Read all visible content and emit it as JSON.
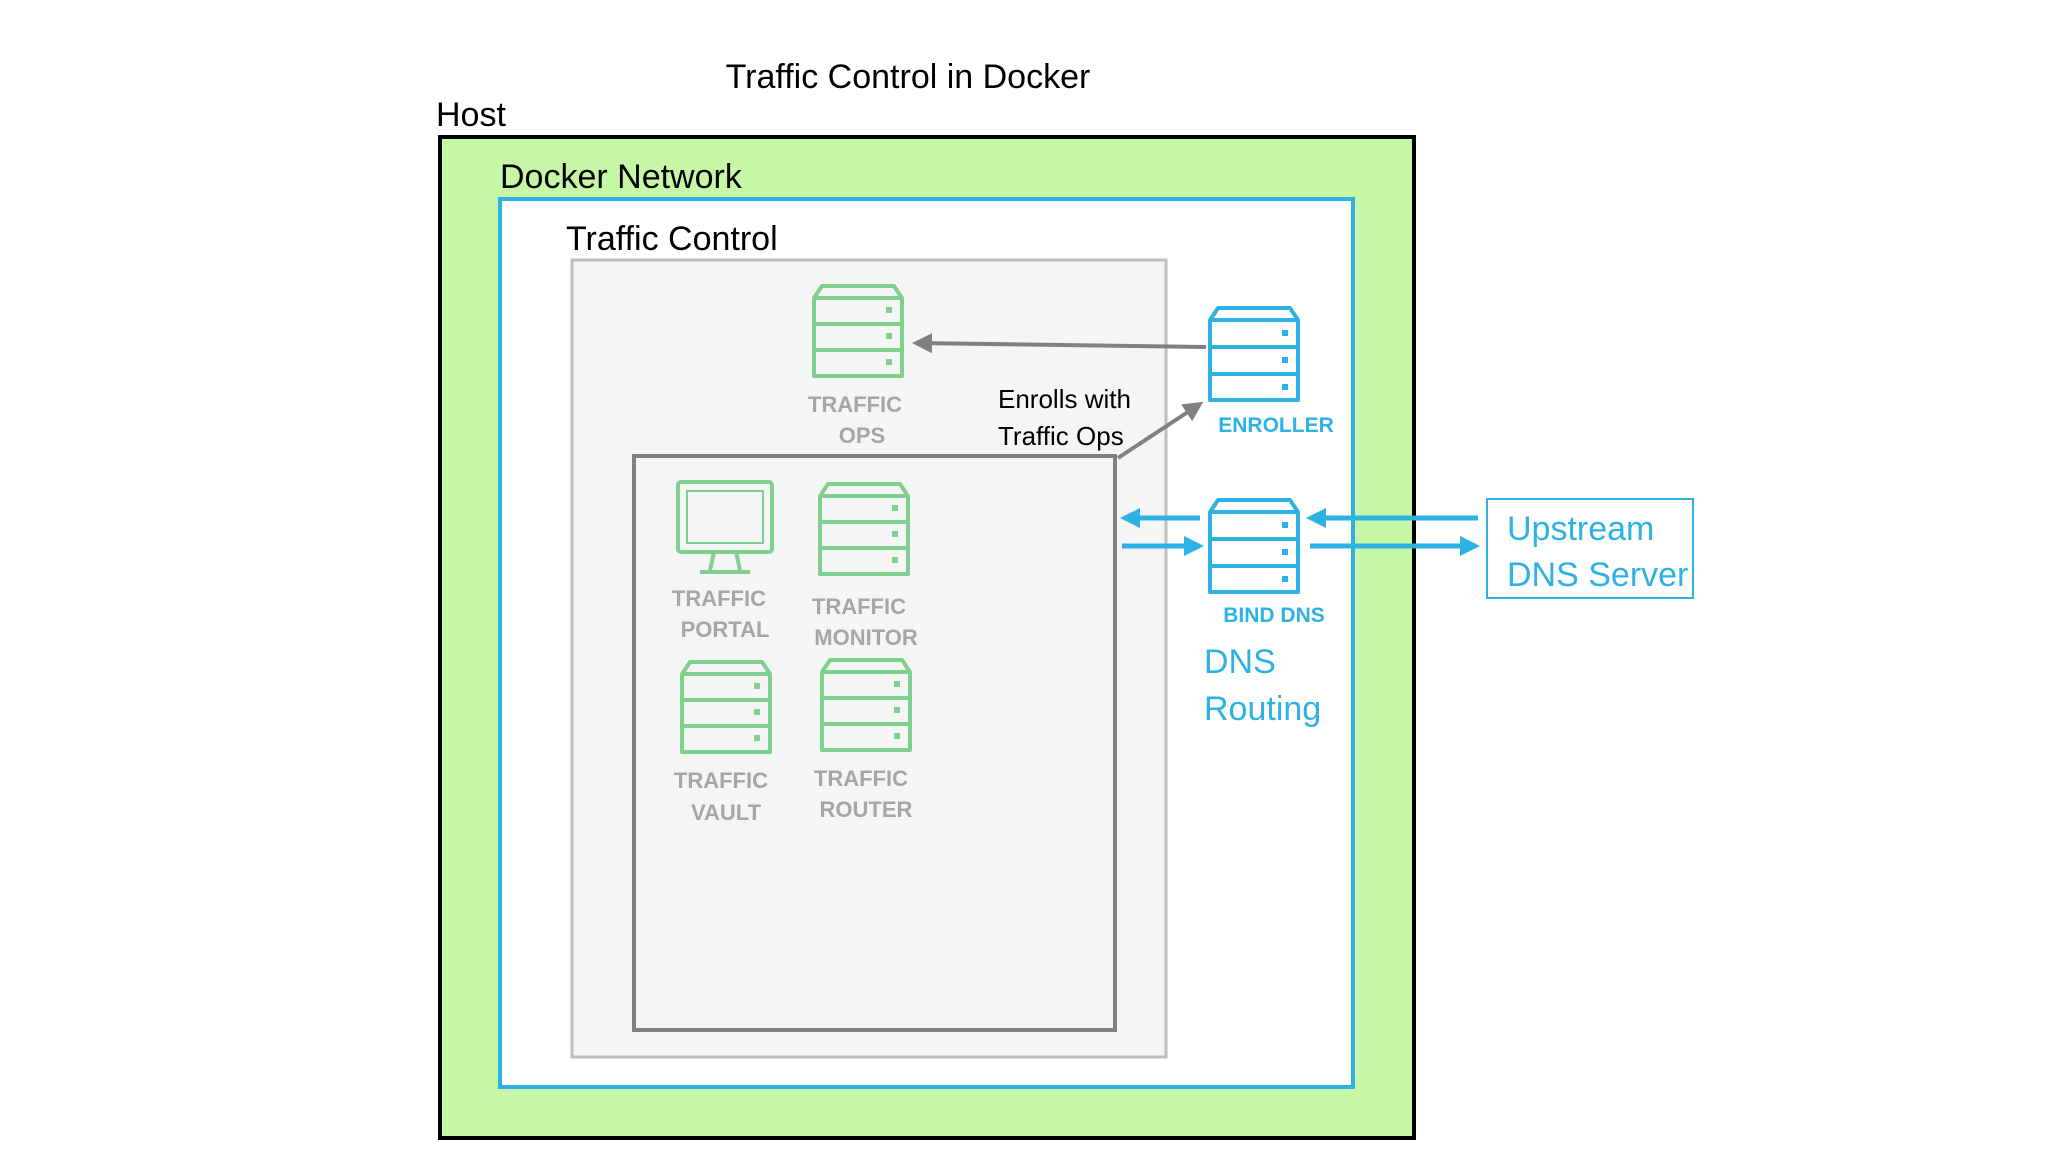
{
  "title": "Traffic Control in Docker",
  "containers": {
    "host": "Host",
    "docker_network": "Docker Network",
    "traffic_control": "Traffic Control"
  },
  "components": {
    "traffic_ops": [
      "TRAFFIC",
      "OPS"
    ],
    "traffic_portal": [
      "TRAFFIC",
      "PORTAL"
    ],
    "traffic_monitor": [
      "TRAFFIC",
      "MONITOR"
    ],
    "traffic_vault": [
      "TRAFFIC",
      "VAULT"
    ],
    "traffic_router": [
      "TRAFFIC",
      "ROUTER"
    ],
    "enroller": "ENROLLER",
    "bind_dns": "BIND DNS",
    "upstream_dns": [
      "Upstream",
      "DNS Server"
    ]
  },
  "annotations": {
    "enrolls": [
      "Enrolls with",
      "Traffic Ops"
    ],
    "dns_routing": [
      "DNS",
      "Routing"
    ]
  },
  "colors": {
    "host_fill": "#c6f7a6",
    "network_border": "#2eb2e3",
    "tc_fill": "#f5f5f5",
    "tc_border": "#bfbfbf",
    "component_green": "#7fcf8f",
    "component_label_gray": "#a6a6a6",
    "accent_blue": "#2eb2e3",
    "arrow_gray": "#808080"
  }
}
